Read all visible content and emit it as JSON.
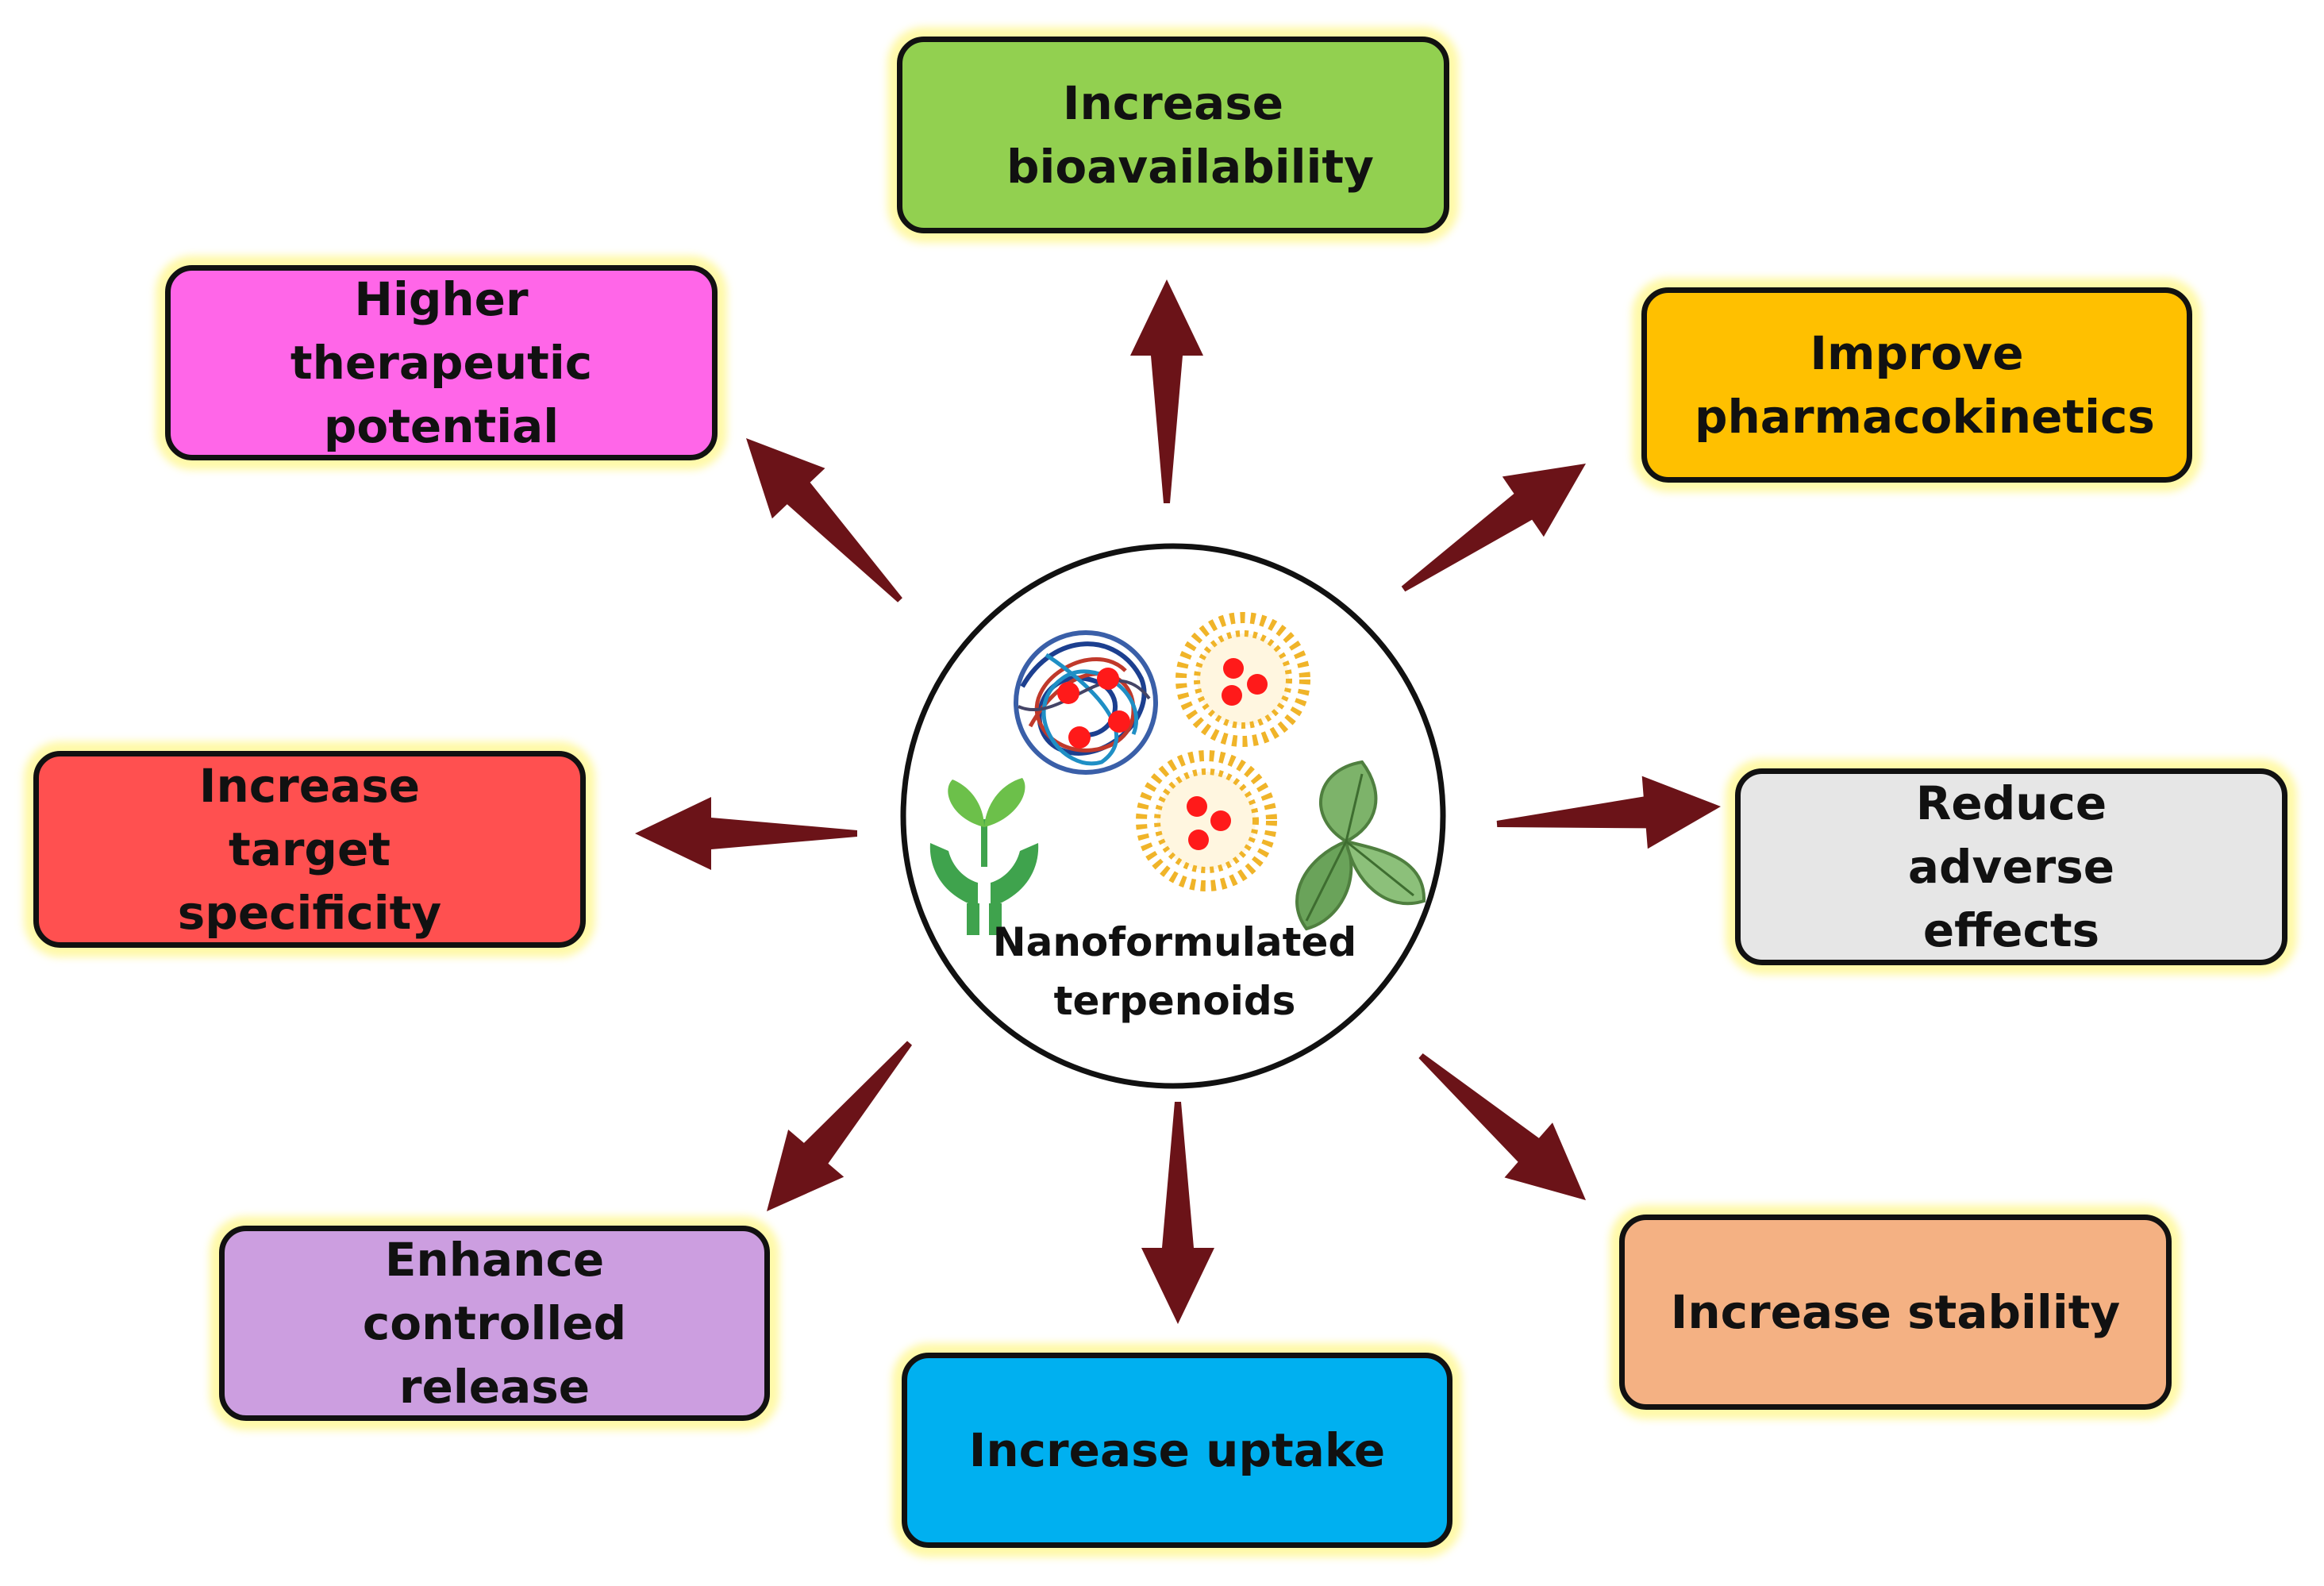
{
  "hub": {
    "label_line1": "Nanoformulated",
    "label_line2": "terpenoids",
    "icons": [
      "polymer-nanoparticle-icon",
      "liposome-icon",
      "plant-in-hands-icon",
      "leaf-icon"
    ]
  },
  "outcomes": [
    {
      "id": "bioavailability",
      "label": "Increase bioavailability",
      "color": "#92d050"
    },
    {
      "id": "pharmacokinetics",
      "label": "Improve pharmacokinetics",
      "color": "#ffc000"
    },
    {
      "id": "adverse-effects",
      "label": "Reduce adverse effects",
      "color": "#e6e6e6"
    },
    {
      "id": "stability",
      "label": "Increase stability",
      "color": "#f4b183"
    },
    {
      "id": "uptake",
      "label": "Increase uptake",
      "color": "#00b0f0"
    },
    {
      "id": "controlled-release",
      "label": "Enhance controlled release",
      "color": "#cc9ee0"
    },
    {
      "id": "target-specificity",
      "label": "Increase target specificity",
      "color": "#ff5050"
    },
    {
      "id": "therapeutic-potential",
      "label": "Higher therapeutic potential",
      "color": "#ff66e8"
    }
  ],
  "colors": {
    "arrow": "#6b1318",
    "box_glow": "#fff78c",
    "border": "#111111"
  }
}
